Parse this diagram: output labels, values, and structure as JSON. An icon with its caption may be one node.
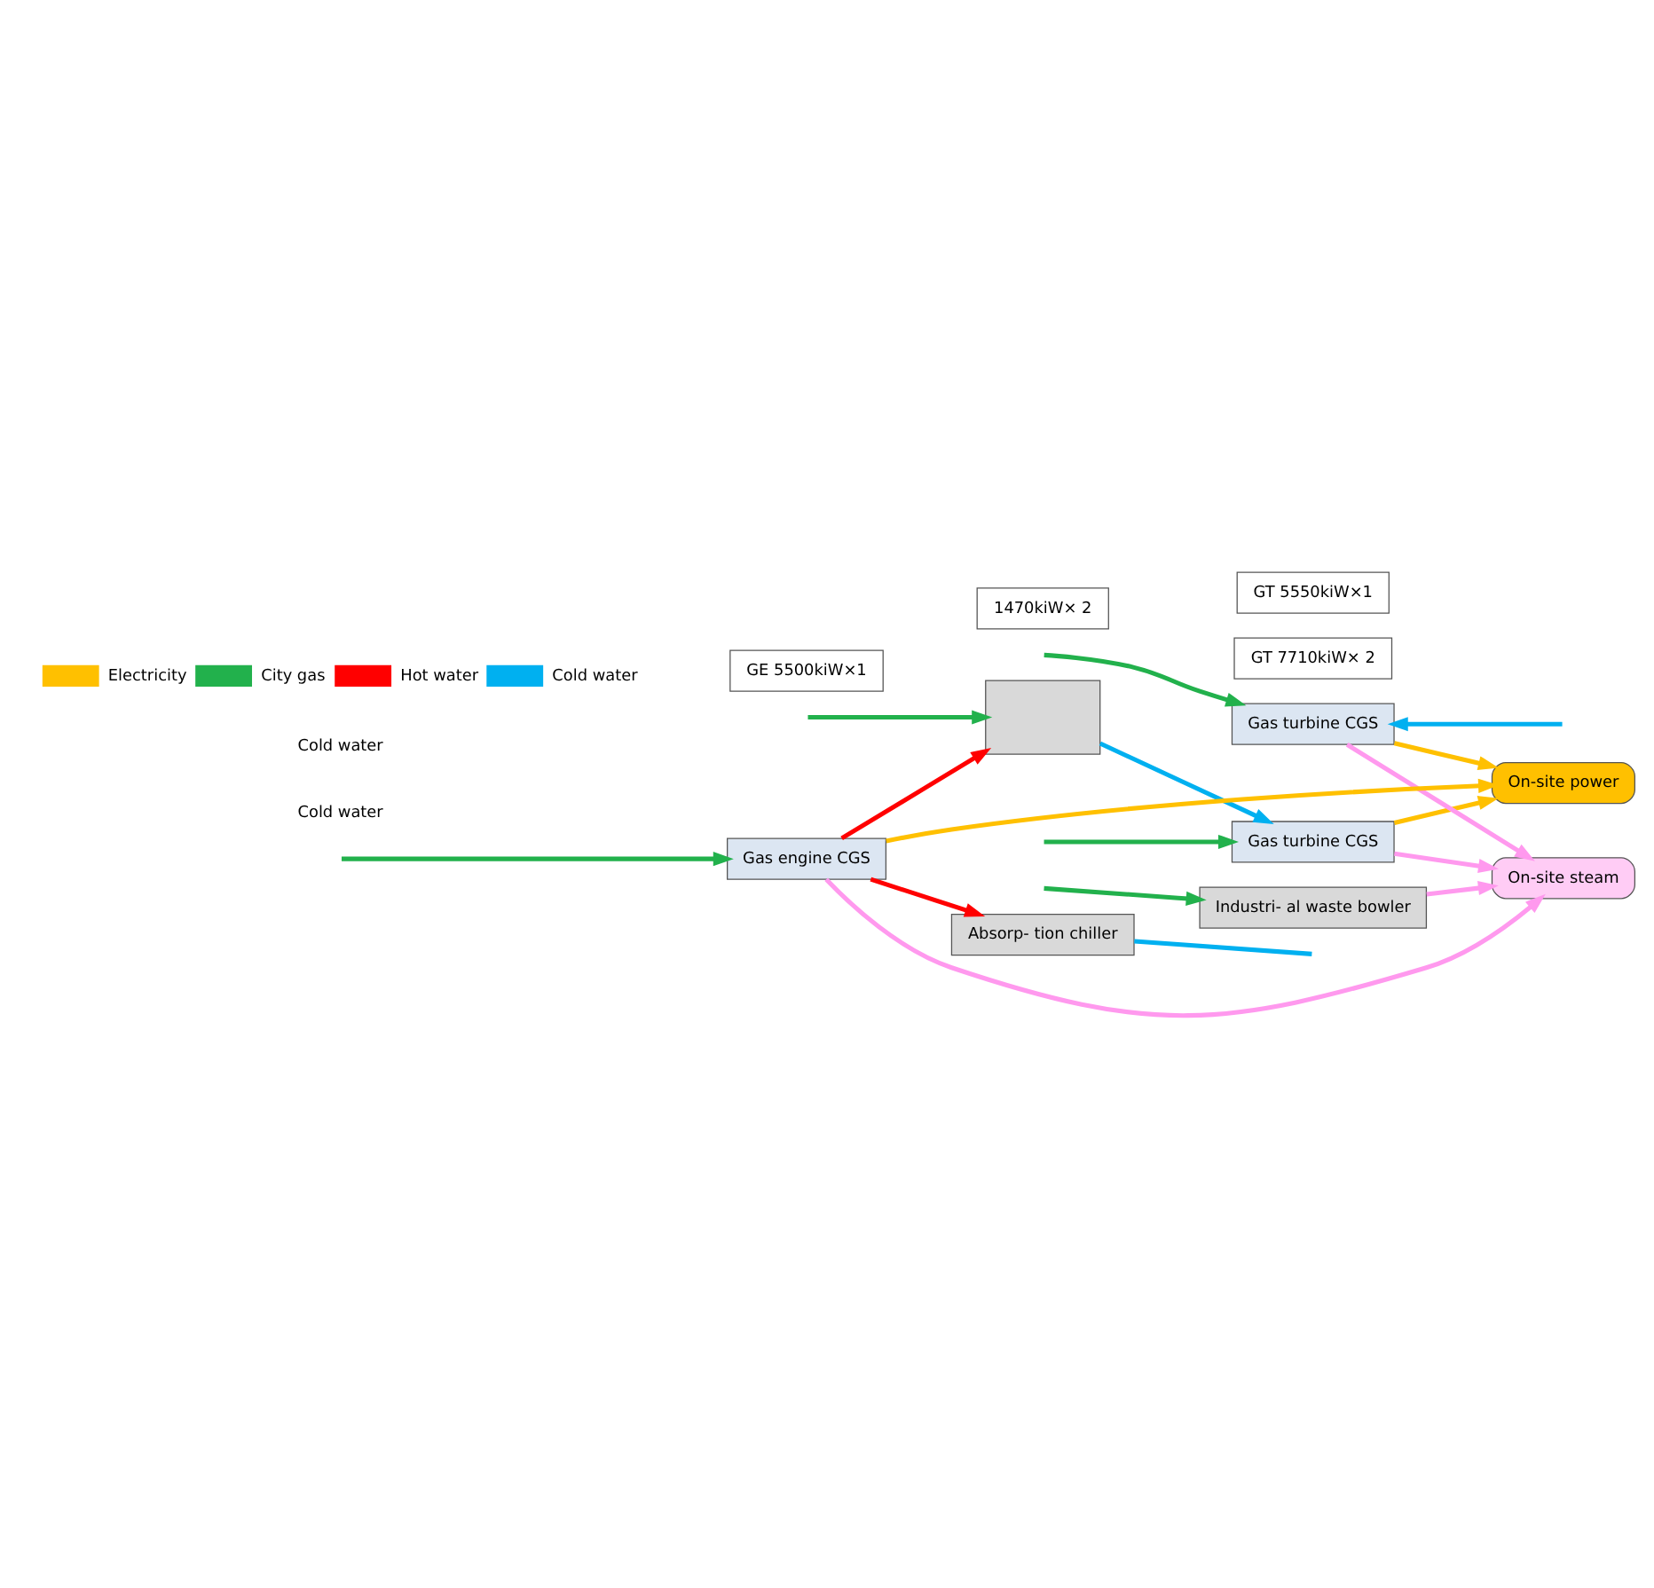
{
  "diagram": {
    "nodes": [
      {
        "text": [
          "Gas turbine CGS"
        ]
      },
      {
        "text": [
          "GT 7710kiW× 2"
        ]
      },
      {
        "text": [
          "On-site power"
        ]
      },
      {
        "text": [],
        "shape": "box"
      },
      {
        "text": [
          "1470kiW× 2"
        ]
      },
      {
        "text": [
          "Gas turbine CGS"
        ]
      },
      {
        "text": [
          "GT 5550kiW×1"
        ]
      },
      {
        "text": [
          "Gas engine CGS"
        ]
      },
      {
        "text": [
          "GE 5500kiW×1"
        ]
      },
      {
        "text": [
          "Absorp- tion chiller"
        ]
      },
      {
        "text": [
          "Industri- al waste bowler"
        ]
      },
      {
        "text": [
          "On-site steam"
        ]
      }
    ],
    "edges": [
      {
        "from": null,
        "to": 0,
        "arrow": "to",
        "color": "#22b14c"
      },
      {
        "from": null,
        "to": 3,
        "arrow": "to",
        "color": "#22b14c"
      },
      {
        "from": null,
        "to": 5,
        "arrow": "to",
        "color": "#22b14c"
      },
      {
        "from": null,
        "to": 7,
        "arrow": "to",
        "color": "#22b14c"
      },
      {
        "from": null,
        "to": 10,
        "arrow": "to",
        "color": "#22b14c"
      },
      {
        "from": 0,
        "to": 2,
        "arrow": "to",
        "color": "#ffc000"
      },
      {
        "from": 5,
        "to": 2,
        "arrow": "to",
        "color": "#ffc000"
      },
      {
        "from": 7,
        "to": 2,
        "arrow": "to",
        "color": "#ffc000"
      },
      {
        "from": 0,
        "to": 11,
        "arrow": "to",
        "color": "#ff99ee"
      },
      {
        "from": 5,
        "to": 11,
        "arrow": "to",
        "color": "#ff99ee"
      },
      {
        "from": 7,
        "to": 11,
        "arrow": "to",
        "color": "#ff99ee"
      },
      {
        "from": 10,
        "to": 11,
        "arrow": "to",
        "color": "#ff99ee"
      },
      {
        "from": 3,
        "to": 0,
        "arrow": "to",
        "color": "#00b0f0"
      },
      {
        "from": null,
        "to": 5,
        "arrow": "to",
        "color": "#00b0f0"
      },
      {
        "from": 9,
        "to": null,
        "arrow": "none",
        "color": "#00b0f0"
      },
      {
        "from": 7,
        "to": 9,
        "arrow": "to",
        "color": "#ff0000"
      },
      {
        "from": 7,
        "to": 3,
        "arrow": "to",
        "color": "#ff0000"
      }
    ],
    "labels": [
      "Cold water",
      "Cold water"
    ],
    "legend": [
      {
        "text": "Electricity",
        "color": "#ffc000"
      },
      {
        "text": "City gas",
        "color": "#22b14c"
      },
      {
        "text": "Hot water",
        "color": "#ff0000"
      },
      {
        "text": "Cold water",
        "color": "#00b0f0"
      }
    ]
  }
}
